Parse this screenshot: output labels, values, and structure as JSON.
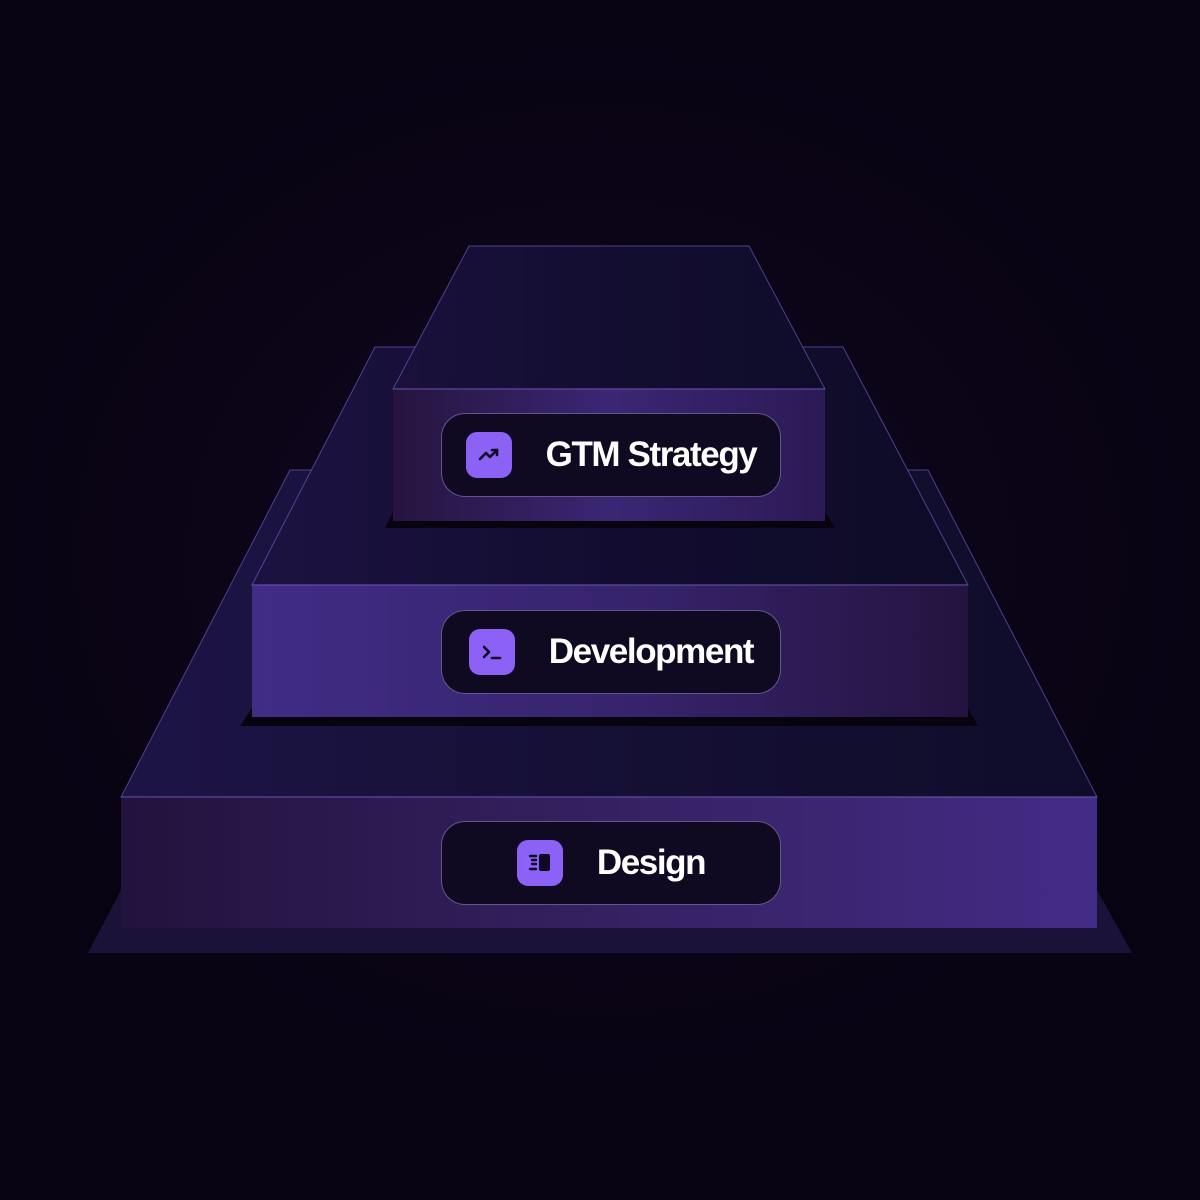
{
  "tiers": [
    {
      "label": "GTM Strategy",
      "icon": "trending-up-icon"
    },
    {
      "label": "Development",
      "icon": "terminal-icon"
    },
    {
      "label": "Design",
      "icon": "layout-sidebar-icon"
    }
  ],
  "colors": {
    "background": "#0b0415",
    "icon_tile": "#8b62f5",
    "pill_background": "#0f0a22",
    "pill_border": "#aa96e6",
    "block_face_light": "#432c87",
    "block_face_dark": "#23123d",
    "top_surface": "#160e34",
    "label": "#ffffff"
  }
}
